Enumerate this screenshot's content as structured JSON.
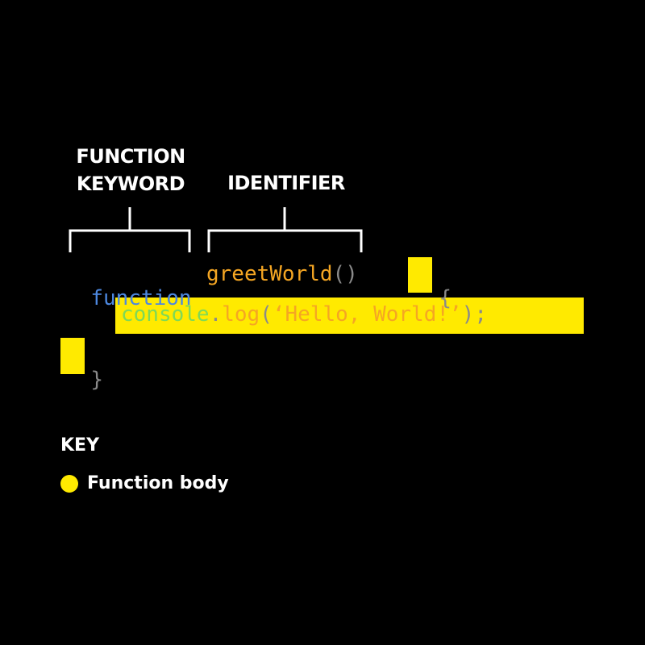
{
  "annotations": {
    "function_keyword_line1": "FUNCTION",
    "function_keyword_line2": "KEYWORD",
    "identifier": "IDENTIFIER"
  },
  "code": {
    "line1": {
      "keyword": "function",
      "identifier": "greetWorld",
      "parens": "()",
      "open_brace": "{"
    },
    "line2": {
      "object": "console",
      "dot": ".",
      "method": "log",
      "open_paren": "(",
      "string": "‘Hello, World!’",
      "close": ");"
    },
    "line3": {
      "close_brace": "}"
    }
  },
  "key": {
    "title": "KEY",
    "items": [
      {
        "label": "Function body",
        "color": "#ffea00"
      }
    ]
  },
  "colors": {
    "background": "#000000",
    "highlight": "#ffea00",
    "keyword": "#4d88e0",
    "identifier": "#f5a623",
    "punctuation": "#8a8a8a",
    "object": "#7ed957"
  }
}
